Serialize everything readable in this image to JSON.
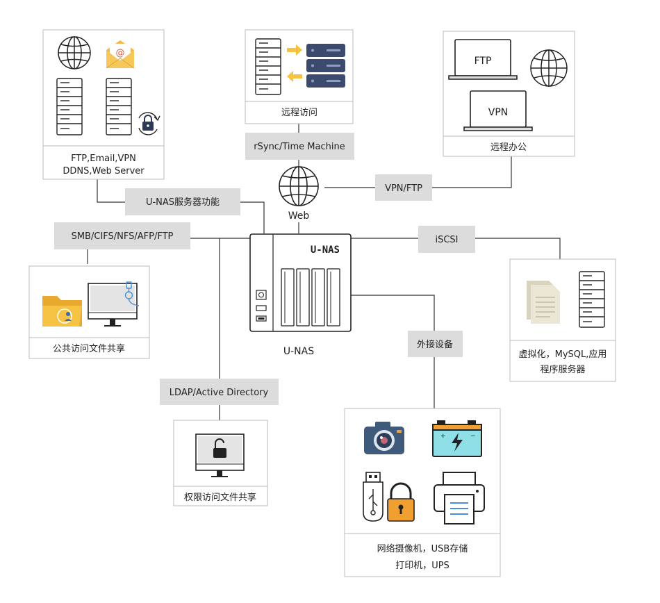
{
  "center": {
    "device_label": "U-NAS",
    "caption": "U-NAS",
    "web_label": "Web"
  },
  "connections": {
    "rsync": "rSync/Time Machine",
    "vpn_ftp": "VPN/FTP",
    "server_func": "U-NAS服务器功能",
    "smb": "SMB/CIFS/NFS/AFP/FTP",
    "iscsi": "iSCSI",
    "external": "外接设备",
    "ldap": "LDAP/Active Directory"
  },
  "boxes": {
    "server_functions": {
      "line1": "FTP,Email,VPN",
      "line2": "DDNS,Web Server"
    },
    "remote_access": {
      "caption": "远程访问"
    },
    "remote_office": {
      "caption": "远程办公",
      "screen1": "FTP",
      "screen2": "VPN"
    },
    "public_share": {
      "caption": "公共访问文件共享"
    },
    "permission_share": {
      "caption": "权限访问文件共享"
    },
    "virtualization": {
      "line1": "虚拟化，MySQL,应用",
      "line2": "程序服务器"
    },
    "peripherals": {
      "line1": "网络摄像机，USB存储",
      "line2": "打印机，UPS"
    }
  },
  "colors": {
    "label_bg": "#dcdcdc",
    "box_border": "#bbbbbb",
    "line": "#333333",
    "arrow": "#f5c242",
    "navy": "#3c4a6e",
    "folder": "#f6c244",
    "lock": "#f0a030",
    "battery": "#8fdfe6",
    "camera": "#3f5a7a"
  }
}
